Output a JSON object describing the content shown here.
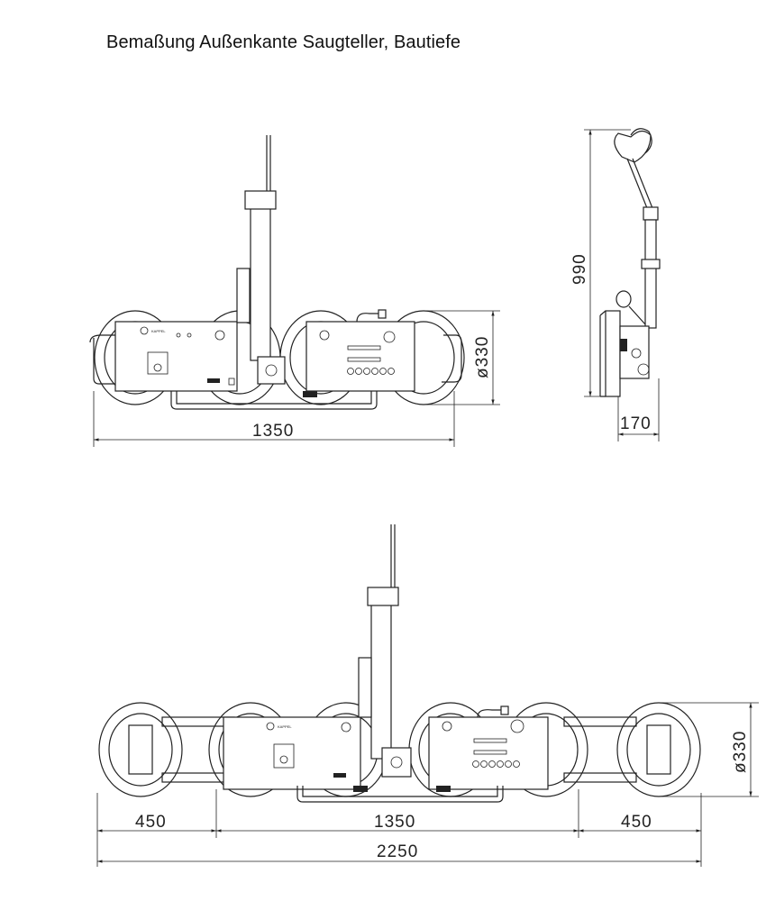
{
  "title": "Bemaßung Außenkante Saugteller, Bautiefe",
  "top_view": {
    "width_dim": "1350",
    "cup_dim": "ø330",
    "brand": "KAPPEL"
  },
  "side_view": {
    "height_dim": "990",
    "depth_dim": "170"
  },
  "bottom_view": {
    "cup_dim": "ø330",
    "left_ext_dim": "450",
    "center_dim": "1350",
    "right_ext_dim": "450",
    "total_dim": "2250",
    "brand": "KAPPEL"
  }
}
